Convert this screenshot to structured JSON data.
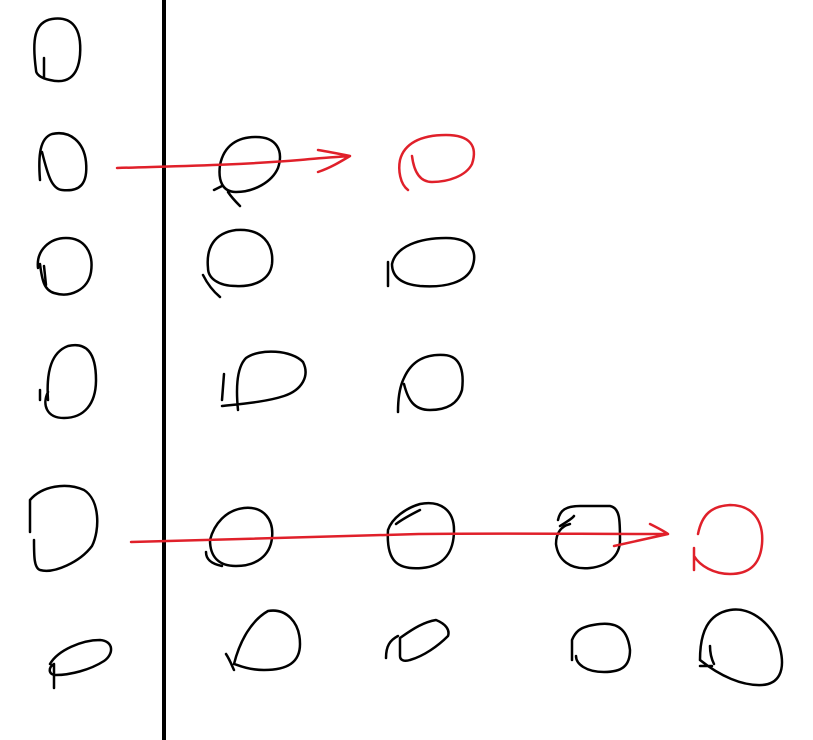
{
  "colors": {
    "background": "#ffffff",
    "ink": "#000000",
    "highlight": "#e0202a"
  },
  "divider": {
    "color": "#000000"
  },
  "circles": [
    {
      "id": "left-1",
      "color": "#000000"
    },
    {
      "id": "left-2",
      "color": "#000000"
    },
    {
      "id": "left-3",
      "color": "#000000"
    },
    {
      "id": "left-4",
      "color": "#000000"
    },
    {
      "id": "left-5",
      "color": "#000000"
    },
    {
      "id": "left-6",
      "color": "#000000"
    },
    {
      "id": "right-2-a",
      "color": "#000000"
    },
    {
      "id": "right-2-result",
      "color": "#e0202a"
    },
    {
      "id": "right-3-a",
      "color": "#000000"
    },
    {
      "id": "right-3-b",
      "color": "#000000"
    },
    {
      "id": "right-4-a",
      "color": "#000000"
    },
    {
      "id": "right-4-b",
      "color": "#000000"
    },
    {
      "id": "right-5-a",
      "color": "#000000"
    },
    {
      "id": "right-5-b",
      "color": "#000000"
    },
    {
      "id": "right-5-c",
      "color": "#000000"
    },
    {
      "id": "right-5-result",
      "color": "#e0202a"
    },
    {
      "id": "right-6-a",
      "color": "#000000"
    },
    {
      "id": "right-6-b",
      "color": "#000000"
    },
    {
      "id": "right-6-c",
      "color": "#000000"
    },
    {
      "id": "right-6-d",
      "color": "#000000"
    }
  ],
  "arrows": [
    {
      "id": "arrow-row-2",
      "color": "#e0202a"
    },
    {
      "id": "arrow-row-5",
      "color": "#e0202a"
    }
  ]
}
